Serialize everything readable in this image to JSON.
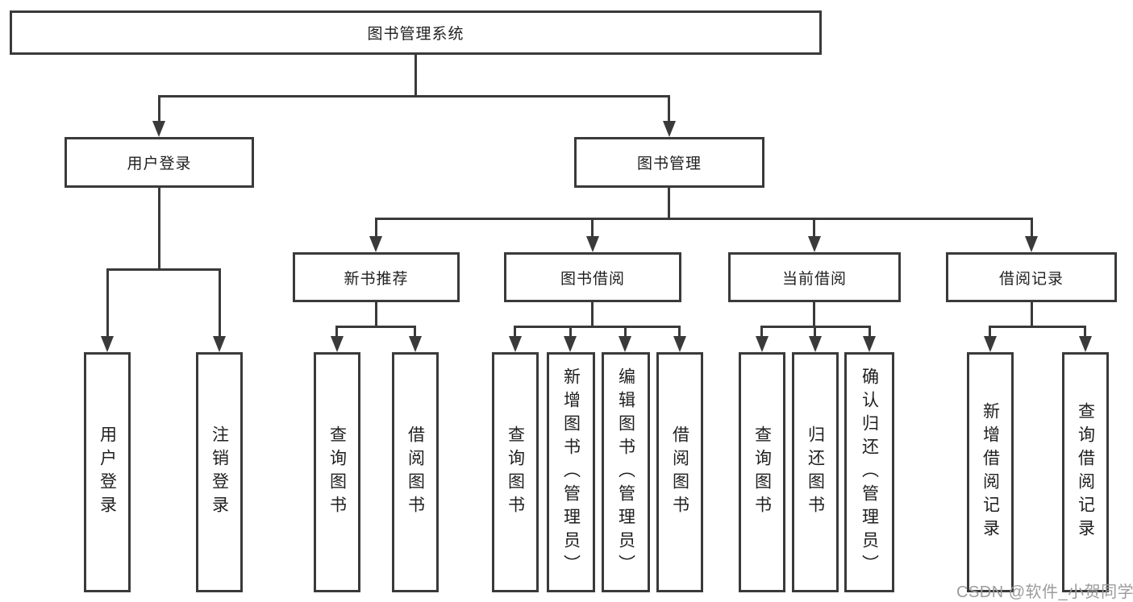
{
  "tree": {
    "root": "图书管理系统",
    "children": [
      {
        "label": "用户登录",
        "children": [
          "用户登录",
          "注销登录"
        ]
      },
      {
        "label": "图书管理",
        "children": [
          {
            "label": "新书推荐",
            "children": [
              "查询图书",
              "借阅图书"
            ]
          },
          {
            "label": "图书借阅",
            "children": [
              "查询图书",
              "新增图书（管理员）",
              "编辑图书（管理员）",
              "借阅图书"
            ]
          },
          {
            "label": "当前借阅",
            "children": [
              "查询图书",
              "归还图书",
              "确认归还（管理员）"
            ]
          },
          {
            "label": "借阅记录",
            "children": [
              "新增借阅记录",
              "查询借阅记录"
            ]
          }
        ]
      }
    ]
  },
  "watermark": {
    "text": "CSDN @软件_小贺同学"
  },
  "colors": {
    "background": "#ffffff",
    "box_border": "#3a3a3a",
    "connector": "#3a3a3a",
    "text": "#1f1f1f",
    "watermark": "#9c9c9c"
  }
}
